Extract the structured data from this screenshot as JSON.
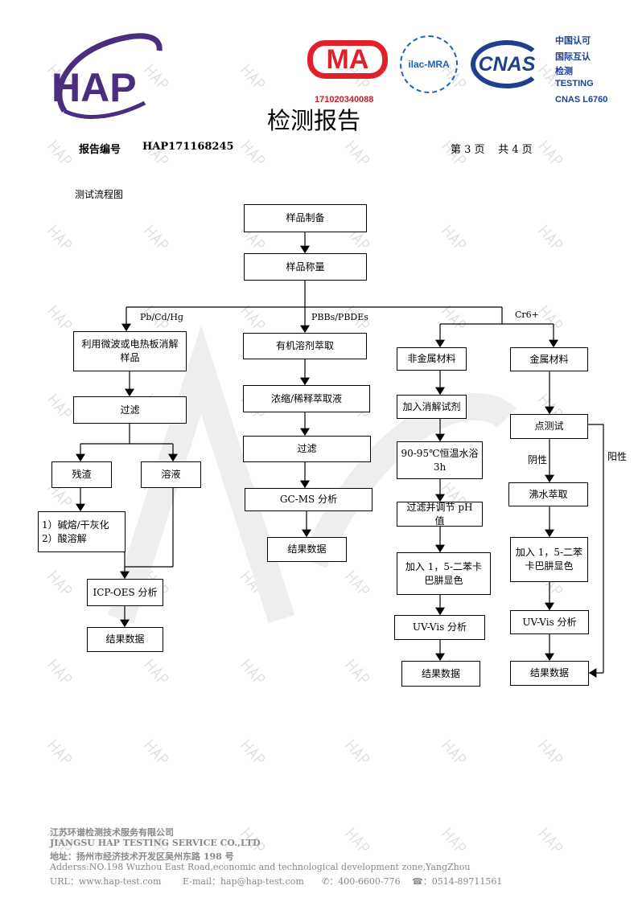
{
  "header": {
    "logo_text": "HAP",
    "cma_text": "MA",
    "ilac_text": "ilac-MRA",
    "cnas_text": "CNAS",
    "cert_lines": [
      "中国认可",
      "国际互认",
      "检测",
      "TESTING",
      "CNAS L6760"
    ],
    "cert_number": "171020340088",
    "title": "检测报告",
    "report_no_label": "报告编号",
    "report_no": "HAP171168245",
    "page_info": "第 3 页    共 4 页"
  },
  "section_title": "测试流程图",
  "flow": {
    "prep": "样品制备",
    "weigh": "样品称量",
    "branch_labels": {
      "metals": "Pb/Cd/Hg",
      "pbb": "PBBs/PBDEs",
      "cr": "Cr6+"
    },
    "col1": {
      "digest": "利用微波或电热板消解样品",
      "filter": "过滤",
      "residue": "残渣",
      "solution": "溶液",
      "residue_treat_1": "1）碱熔/干灰化",
      "residue_treat_2": "2）酸溶解",
      "analysis": "ICP-OES 分析",
      "result": "结果数据"
    },
    "col2": {
      "extract": "有机溶剂萃取",
      "concentrate": "浓缩/稀释萃取液",
      "filter": "过滤",
      "analysis": "GC-MS 分析",
      "result": "结果数据"
    },
    "col3": {
      "material": "非金属材料",
      "reagent": "加入消解试剂",
      "bath": "90-95℃恒温水浴 3h",
      "ph": "过滤并调节 pH 值",
      "color": "加入 1，5-二苯卡巴肼显色",
      "analysis": "UV-Vis 分析",
      "result": "结果数据"
    },
    "col4": {
      "material": "金属材料",
      "spot": "点测试",
      "negative": "阴性",
      "positive": "阳性",
      "boil": "沸水萃取",
      "color": "加入 1，5-二苯卡巴肼显色",
      "analysis": "UV-Vis 分析",
      "result": "结果数据"
    }
  },
  "footer": {
    "company_cn": "江苏环谱检测技术服务有限公司",
    "company_en": "JIANGSU HAP TESTING SERVICE CO.,LTD",
    "address_cn": "地址：扬州市经济技术开发区吴州东路 198 号",
    "address_en": "Adderss:NO.198 Wuzhou East Road,economic and technological development zone,YangZhou",
    "url": "URL：www.hap-test.com",
    "email": "E-mail：hap@hap-test.com",
    "phone": "：400-6600-776",
    "fax": "：0514-89711561"
  },
  "watermark": "HAP",
  "colors": {
    "logo": "#4a2d7f",
    "cma": "#e0202a",
    "cnas": "#1f3f8f",
    "cert_no": "#c0202a"
  }
}
